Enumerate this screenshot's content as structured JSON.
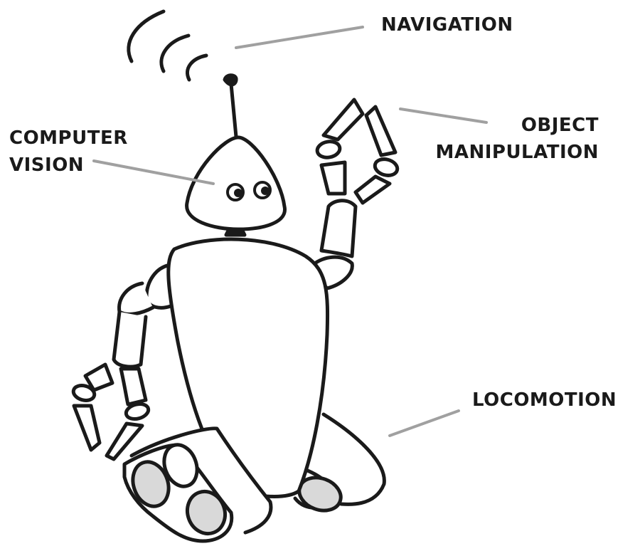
{
  "labels": {
    "navigation": "NAVIGATION",
    "object_manipulation": [
      "OBJECT",
      "MANIPULATION"
    ],
    "computer_vision": [
      "COMPUTER",
      "VISION"
    ],
    "locomotion": "LOCOMOTION"
  },
  "colors": {
    "ink": "#1a1a1a",
    "leader": "#a0a0a0",
    "wheel_fill": "#d9d9d9",
    "body_fill": "#ffffff"
  }
}
